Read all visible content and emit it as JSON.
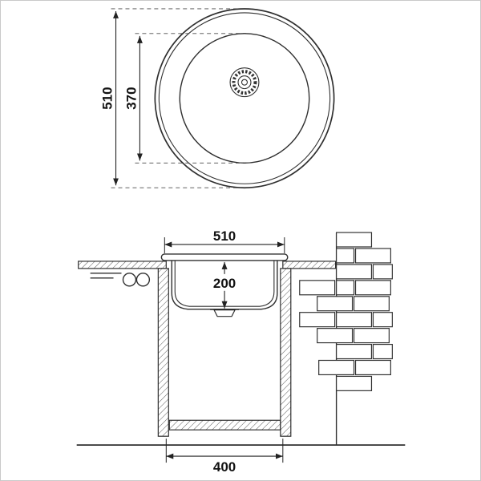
{
  "page": {
    "background_color": "#ffffff",
    "border_color": "#c9c9c9",
    "line_color": "#2f2f2f",
    "text_color": "#111111"
  },
  "top_view": {
    "outer_diameter": "510",
    "inner_diameter": "370"
  },
  "section_view": {
    "top_width": "510",
    "bowl_depth": "200",
    "base_width": "400"
  },
  "icons": {
    "drain": "drain-icon",
    "faucet": "faucet-icon",
    "wall": "brick-wall"
  }
}
